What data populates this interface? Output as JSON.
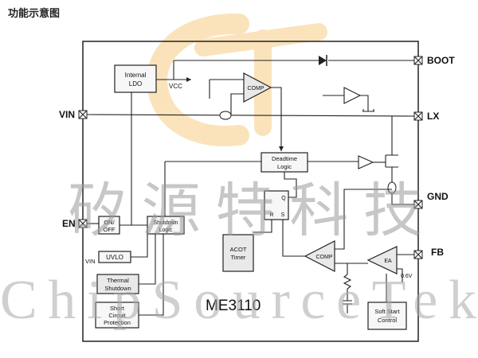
{
  "title": "功能示意图",
  "chip_name": "ME3110",
  "pins": {
    "boot": "BOOT",
    "vin": "VIN",
    "lx": "LX",
    "gnd": "GND",
    "en": "EN",
    "fb": "FB"
  },
  "blocks": {
    "internal_ldo_1": "Internal",
    "internal_ldo_2": "LDO",
    "comp_top": "COMP",
    "deadtime_1": "Deadtime",
    "deadtime_2": "Logic",
    "on_off_1": "ON/",
    "on_off_2": "OFF",
    "shutdown_logic_1": "Shutdown",
    "shutdown_logic_2": "Logic",
    "uvlo": "UVLO",
    "thermal_1": "Thermal",
    "thermal_2": "Shutdown",
    "short_1": "Short",
    "short_2": "Circuit",
    "short_3": "Protection",
    "acot_1": "ACOT",
    "acot_2": "Timer",
    "comp_bottom": "COMP",
    "ea": "EA",
    "softstart_1": "Soft Start",
    "softstart_2": "Control",
    "latch_q": "Q",
    "latch_r": "R",
    "latch_s": "S"
  },
  "signals": {
    "vcc": "VCC",
    "vin_uvlo": "VIN",
    "vref": "0.6V"
  },
  "watermark": {
    "cn": "矽源特科技",
    "en": "ChipSourceTek"
  }
}
